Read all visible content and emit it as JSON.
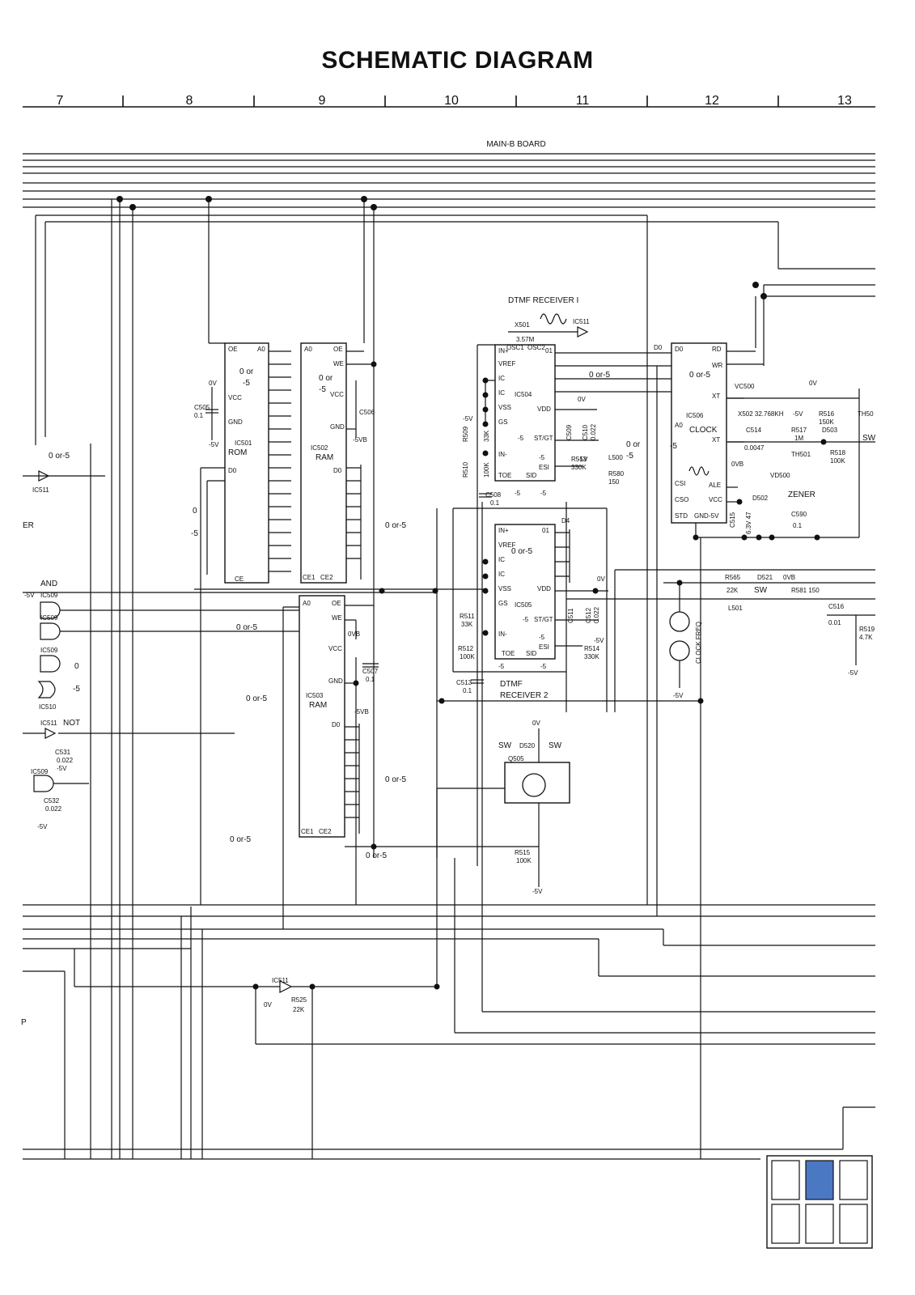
{
  "title": "SCHEMATIC  DIAGRAM",
  "columns": [
    "7",
    "8",
    "9",
    "10",
    "11",
    "12",
    "13"
  ],
  "board_label": "MAIN-B BOARD",
  "blocks": {
    "dtmf1": "DTMF RECEIVER I",
    "dtmf2_line1": "DTMF",
    "dtmf2_line2": "RECEIVER 2",
    "rom": "ROM",
    "ram1": "RAM",
    "ram2": "RAM",
    "clock": "CLOCK",
    "zener": "ZENER",
    "clock_freq": "CLOCK FREQ",
    "and": "AND",
    "not": "NOT",
    "or": "or",
    "sw1": "SW",
    "sw2": "SW",
    "sw3": "SW",
    "left_er": "ER",
    "left_p": "P"
  },
  "ics": {
    "ic501": "IC501",
    "ic502": "IC502",
    "ic503": "IC503",
    "ic504": "IC504",
    "ic505": "IC505",
    "ic506": "IC506",
    "ic509": "IC509",
    "ic510": "IC510",
    "ic511": "IC511"
  },
  "pins": {
    "oe": "OE",
    "we": "WE",
    "vcc": "VCC",
    "gnd": "GND",
    "ce": "CE",
    "ce1": "CE1",
    "ce2": "CE2",
    "a0": "A0",
    "d0": "D0",
    "rd": "RD",
    "wr": "WR",
    "xt": "XT",
    "csi": "CSI",
    "cso": "CSO",
    "std": "STD",
    "ale": "ALE",
    "in_p": "IN+",
    "in_m": "IN-",
    "vref": "VREF",
    "ic": "IC",
    "vss": "VSS",
    "gs": "GS",
    "vdd": "VDD",
    "stgt": "ST/GT",
    "esi": "ESI",
    "toe": "TOE",
    "sid": "SID",
    "osc1": "OSC1",
    "osc2": "OSC2",
    "o1": "01",
    "d4": "D4"
  },
  "levels": {
    "zero_or_m5": "0 or-5",
    "zero_or": "0 or",
    "m5": "-5",
    "m5v": "-5V",
    "zero_v": "0V",
    "zero_vb": "0VB",
    "m5vb": "-5VB",
    "zero": "0"
  },
  "components": {
    "x501": "X501",
    "x501_val": "3.57M",
    "x502": "X502 32.768KH",
    "vc500": "VC500",
    "c505": "C505",
    "c505_val": "0.1",
    "c506": "C506",
    "c507": "C507",
    "c507_val": "0.1",
    "c508": "C508",
    "c508_val": "0.1",
    "c509": "C509",
    "c510": "C510",
    "c510_val": "0.022",
    "c511": "C511",
    "c512": "C512",
    "c512_val": "0.022",
    "c513": "C513",
    "c513_val": "0.1",
    "c514": "C514",
    "c514_val": "0.0047",
    "c515": "C515",
    "c515_val": "6.3V 47",
    "c516": "C516",
    "c516_val": "0.01",
    "c531": "C531",
    "c531_val": "0.022",
    "c532": "C532",
    "c532_val": "0.022",
    "c590": "C590",
    "c590_val": "0.1",
    "r509": "R509",
    "r509_val": "33K",
    "r510": "R510",
    "r510_val": "100K",
    "r511": "R511",
    "r511_val": "33K",
    "r512": "R512",
    "r512_val": "100K",
    "r513": "R513",
    "r513_val": "330K",
    "r514": "R514",
    "r514_val": "330K",
    "r515": "R515",
    "r515_val": "100K",
    "r516": "R516",
    "r516_val": "150K",
    "r517": "R517",
    "r517_val": "1M",
    "r518": "R518",
    "r518_val": "100K",
    "r519": "R519",
    "r519_val": "4.7K",
    "r525": "R525",
    "r525_val": "22K",
    "r565": "R565",
    "r565_val": "22K",
    "r580": "R580",
    "r580_val": "150",
    "r581": "R581 150",
    "l500": "L500",
    "l501": "L501",
    "d502": "D502",
    "d503": "D503",
    "d520": "D520",
    "d521": "D521",
    "q505": "Q505",
    "th50": "TH50",
    "th501": "TH501",
    "vd500": "VD500"
  },
  "thumbnail": {
    "rows": 2,
    "cols": 3,
    "active_row": 0,
    "active_col": 1,
    "highlight_color": "#4a78c2"
  }
}
